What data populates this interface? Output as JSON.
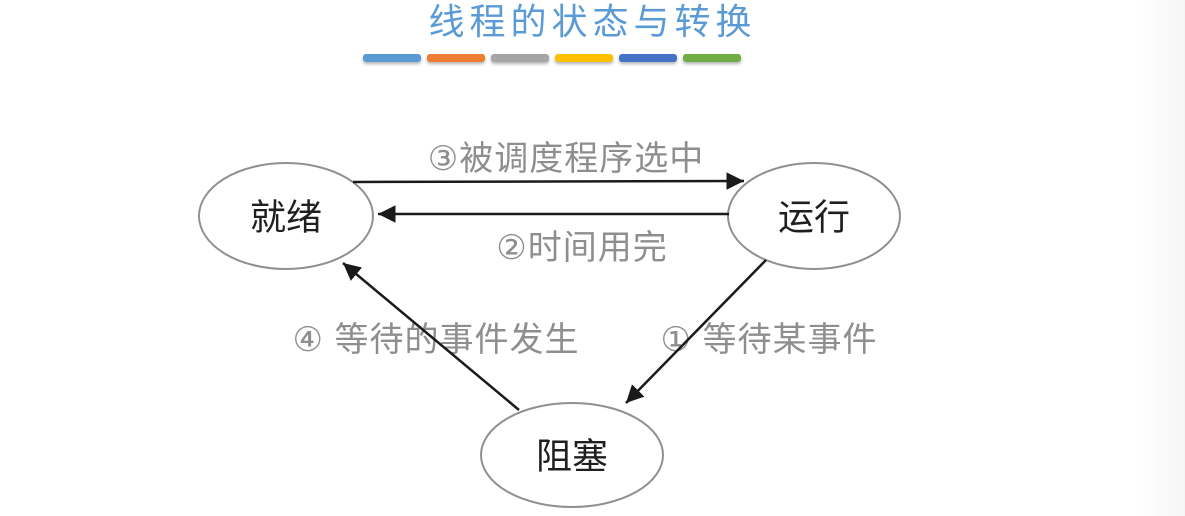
{
  "title": "线程的状态与转换",
  "title_color": "#5B9BD5",
  "legend_bars": [
    "#5B9BD5",
    "#ED7D31",
    "#A5A5A5",
    "#FFC000",
    "#4472C4",
    "#70AD47"
  ],
  "diagram": {
    "type": "state-transition-diagram",
    "nodes": [
      {
        "id": "ready",
        "label": "就绪"
      },
      {
        "id": "running",
        "label": "运行"
      },
      {
        "id": "blocked",
        "label": "阻塞"
      }
    ],
    "edges": [
      {
        "from": "ready",
        "to": "running",
        "label": "③被调度程序选中"
      },
      {
        "from": "running",
        "to": "ready",
        "label": "②时间用完"
      },
      {
        "from": "running",
        "to": "blocked",
        "label": "① 等待某事件"
      },
      {
        "from": "blocked",
        "to": "ready",
        "label": "④ 等待的事件发生"
      }
    ],
    "colors": {
      "node_fill": "#ffffff",
      "node_border": "#909090",
      "node_text": "#1f1f1f",
      "arrow": "#1a1a1a",
      "edge_label": "#8e8e8e"
    }
  }
}
